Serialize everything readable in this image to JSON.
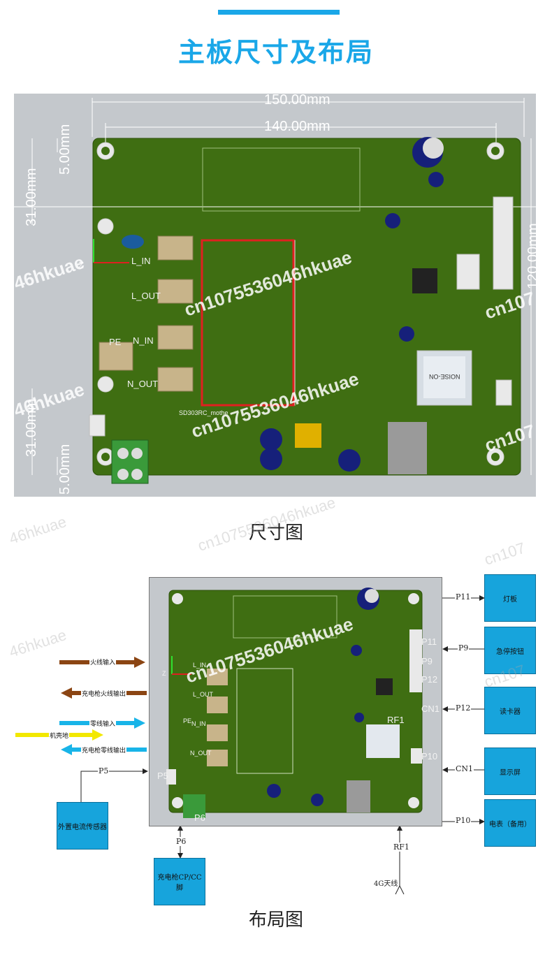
{
  "title": "主板尺寸及布局",
  "captions": {
    "dimension": "尺寸图",
    "layout": "布局图"
  },
  "dimensions": {
    "width_outer": "150.00mm",
    "width_holes": "140.00mm",
    "height": "120.00mm",
    "top_offset": "5.00mm",
    "top_spacing": "31.00mm",
    "bottom_spacing": "31.00mm",
    "bottom_offset": "5.00mm"
  },
  "board_silk": {
    "l_in": "L_IN",
    "l_out": "L_OUT",
    "n_in": "N_IN",
    "n_out": "N_OUT",
    "pe": "PE",
    "model": "SD303RC_mothe",
    "brand": "NOISE-ON",
    "z": "Z"
  },
  "watermarks": {
    "a": "cn1075536046hkuae",
    "b": "46hkuae",
    "c": "cn107"
  },
  "layout": {
    "connectors_right": [
      "P11",
      "P9",
      "P12",
      "CN1",
      "P10"
    ],
    "rf": "RF1",
    "left_pins": {
      "p5": "P5",
      "p6": "P6"
    },
    "boxes": {
      "light_board": "灯板",
      "estop": "急停按钮",
      "card_reader": "读卡器",
      "display": "显示屏",
      "meter": "电表（备用）",
      "ext_current": "外置电流传感器",
      "cp_cc": "充电枪CP/CC脚"
    },
    "lines": {
      "p11": "P11",
      "p9": "P9",
      "p12": "P12",
      "cn1": "CN1",
      "p10": "P10",
      "p5": "P5",
      "p6": "P6",
      "rf1": "RF1",
      "antenna": "4G天线"
    },
    "arrows": {
      "live_in": "火线输入",
      "gun_live_out": "充电枪火线输出",
      "neutral_in": "零线输入",
      "ground": "机壳地",
      "gun_neutral_out": "充电枪零线输出"
    }
  },
  "colors": {
    "accent": "#1aa7e8",
    "pcb": "#3f6e12",
    "box": "#17a4dc",
    "live": "#8b4513",
    "neutral": "#18b4e8",
    "ground": "#f2e800"
  }
}
